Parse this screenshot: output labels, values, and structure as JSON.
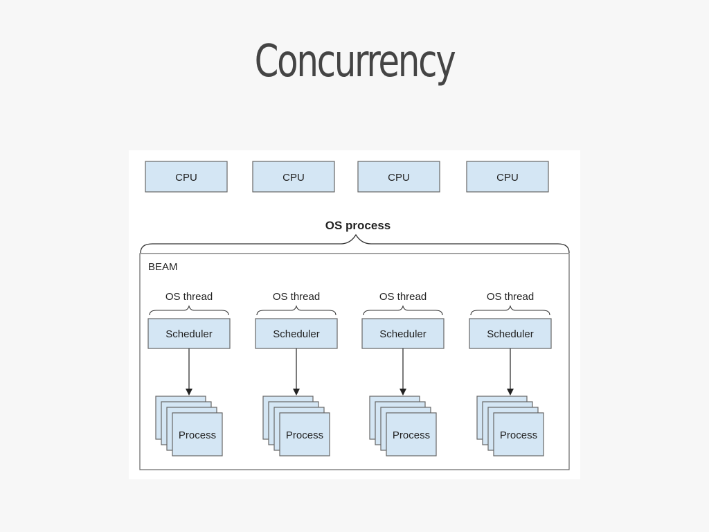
{
  "slide": {
    "title": "Concurrency"
  },
  "diagram": {
    "cpus": [
      "CPU",
      "CPU",
      "CPU",
      "CPU"
    ],
    "os_process_label": "OS process",
    "beam_label": "BEAM",
    "os_thread_labels": [
      "OS thread",
      "OS thread",
      "OS thread",
      "OS thread"
    ],
    "scheduler_labels": [
      "Scheduler",
      "Scheduler",
      "Scheduler",
      "Scheduler"
    ],
    "process_labels": [
      "Process",
      "Process",
      "Process",
      "Process"
    ],
    "colors": {
      "box_fill": "#d4e6f4",
      "box_stroke": "#666666",
      "text": "#222222",
      "background": "#f7f7f7",
      "panel": "#ffffff",
      "title": "#444444"
    }
  }
}
